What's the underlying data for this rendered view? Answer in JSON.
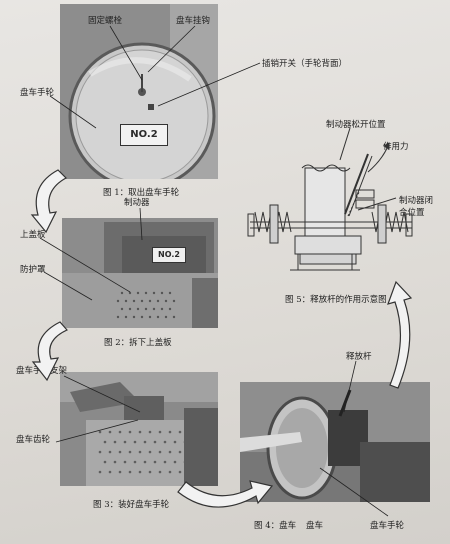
{
  "labels": {
    "fixing_bolt": "固定螺栓",
    "turning_hook": "盘车挂钩",
    "pin_switch": "插销开关（手轮背面）",
    "handwheel_fig1": "盘车手轮",
    "brake": "制动器",
    "upper_cover": "上盖板",
    "guard": "防护罩",
    "handwheel_bracket": "盘车手轮支架",
    "turning_gear": "盘车齿轮",
    "release_lever": "释放杆",
    "turning_fig4": "盘车",
    "handwheel_fig4": "盘车手轮",
    "brake_released": "制动器松开位置",
    "force": "作用力",
    "brake_closed_1": "制动器闭",
    "brake_closed_2": "合位置"
  },
  "plates": {
    "fig1": "NO.2",
    "fig2": "NO.2"
  },
  "captions": {
    "fig1": "图 1：取出盘车手轮",
    "fig2": "图 2：拆下上盖板",
    "fig3": "图 3：装好盘车手轮",
    "fig4": "图 4：盘车",
    "fig5": "图 5：释放杆的作用示意图"
  },
  "colors": {
    "arrow_fill": "#f2f2f2",
    "arrow_stroke": "#333333"
  }
}
